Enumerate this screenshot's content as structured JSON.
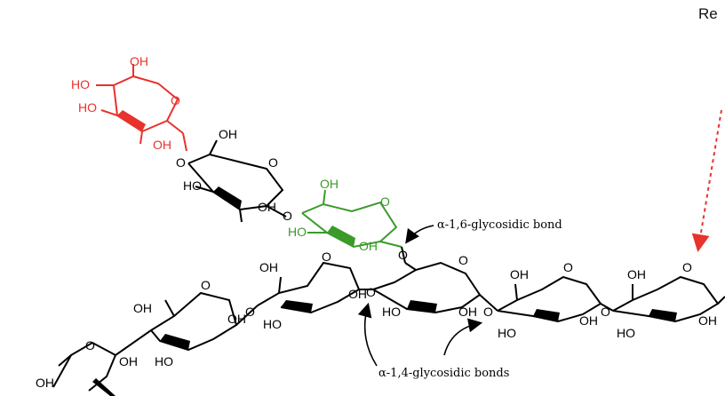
{
  "header": {
    "partial_text": "Re"
  },
  "annotations": {
    "a16": "α-1,6-glycosidic bond",
    "a14": "α-1,4-glycosidic bonds"
  },
  "atoms": {
    "OH": "OH",
    "HO": "HO",
    "O": "O"
  },
  "colors": {
    "red_unit": "#e8322d",
    "green_unit": "#3a9a2a",
    "chain": "#000000",
    "dotted_arrow": "#e8322d"
  }
}
